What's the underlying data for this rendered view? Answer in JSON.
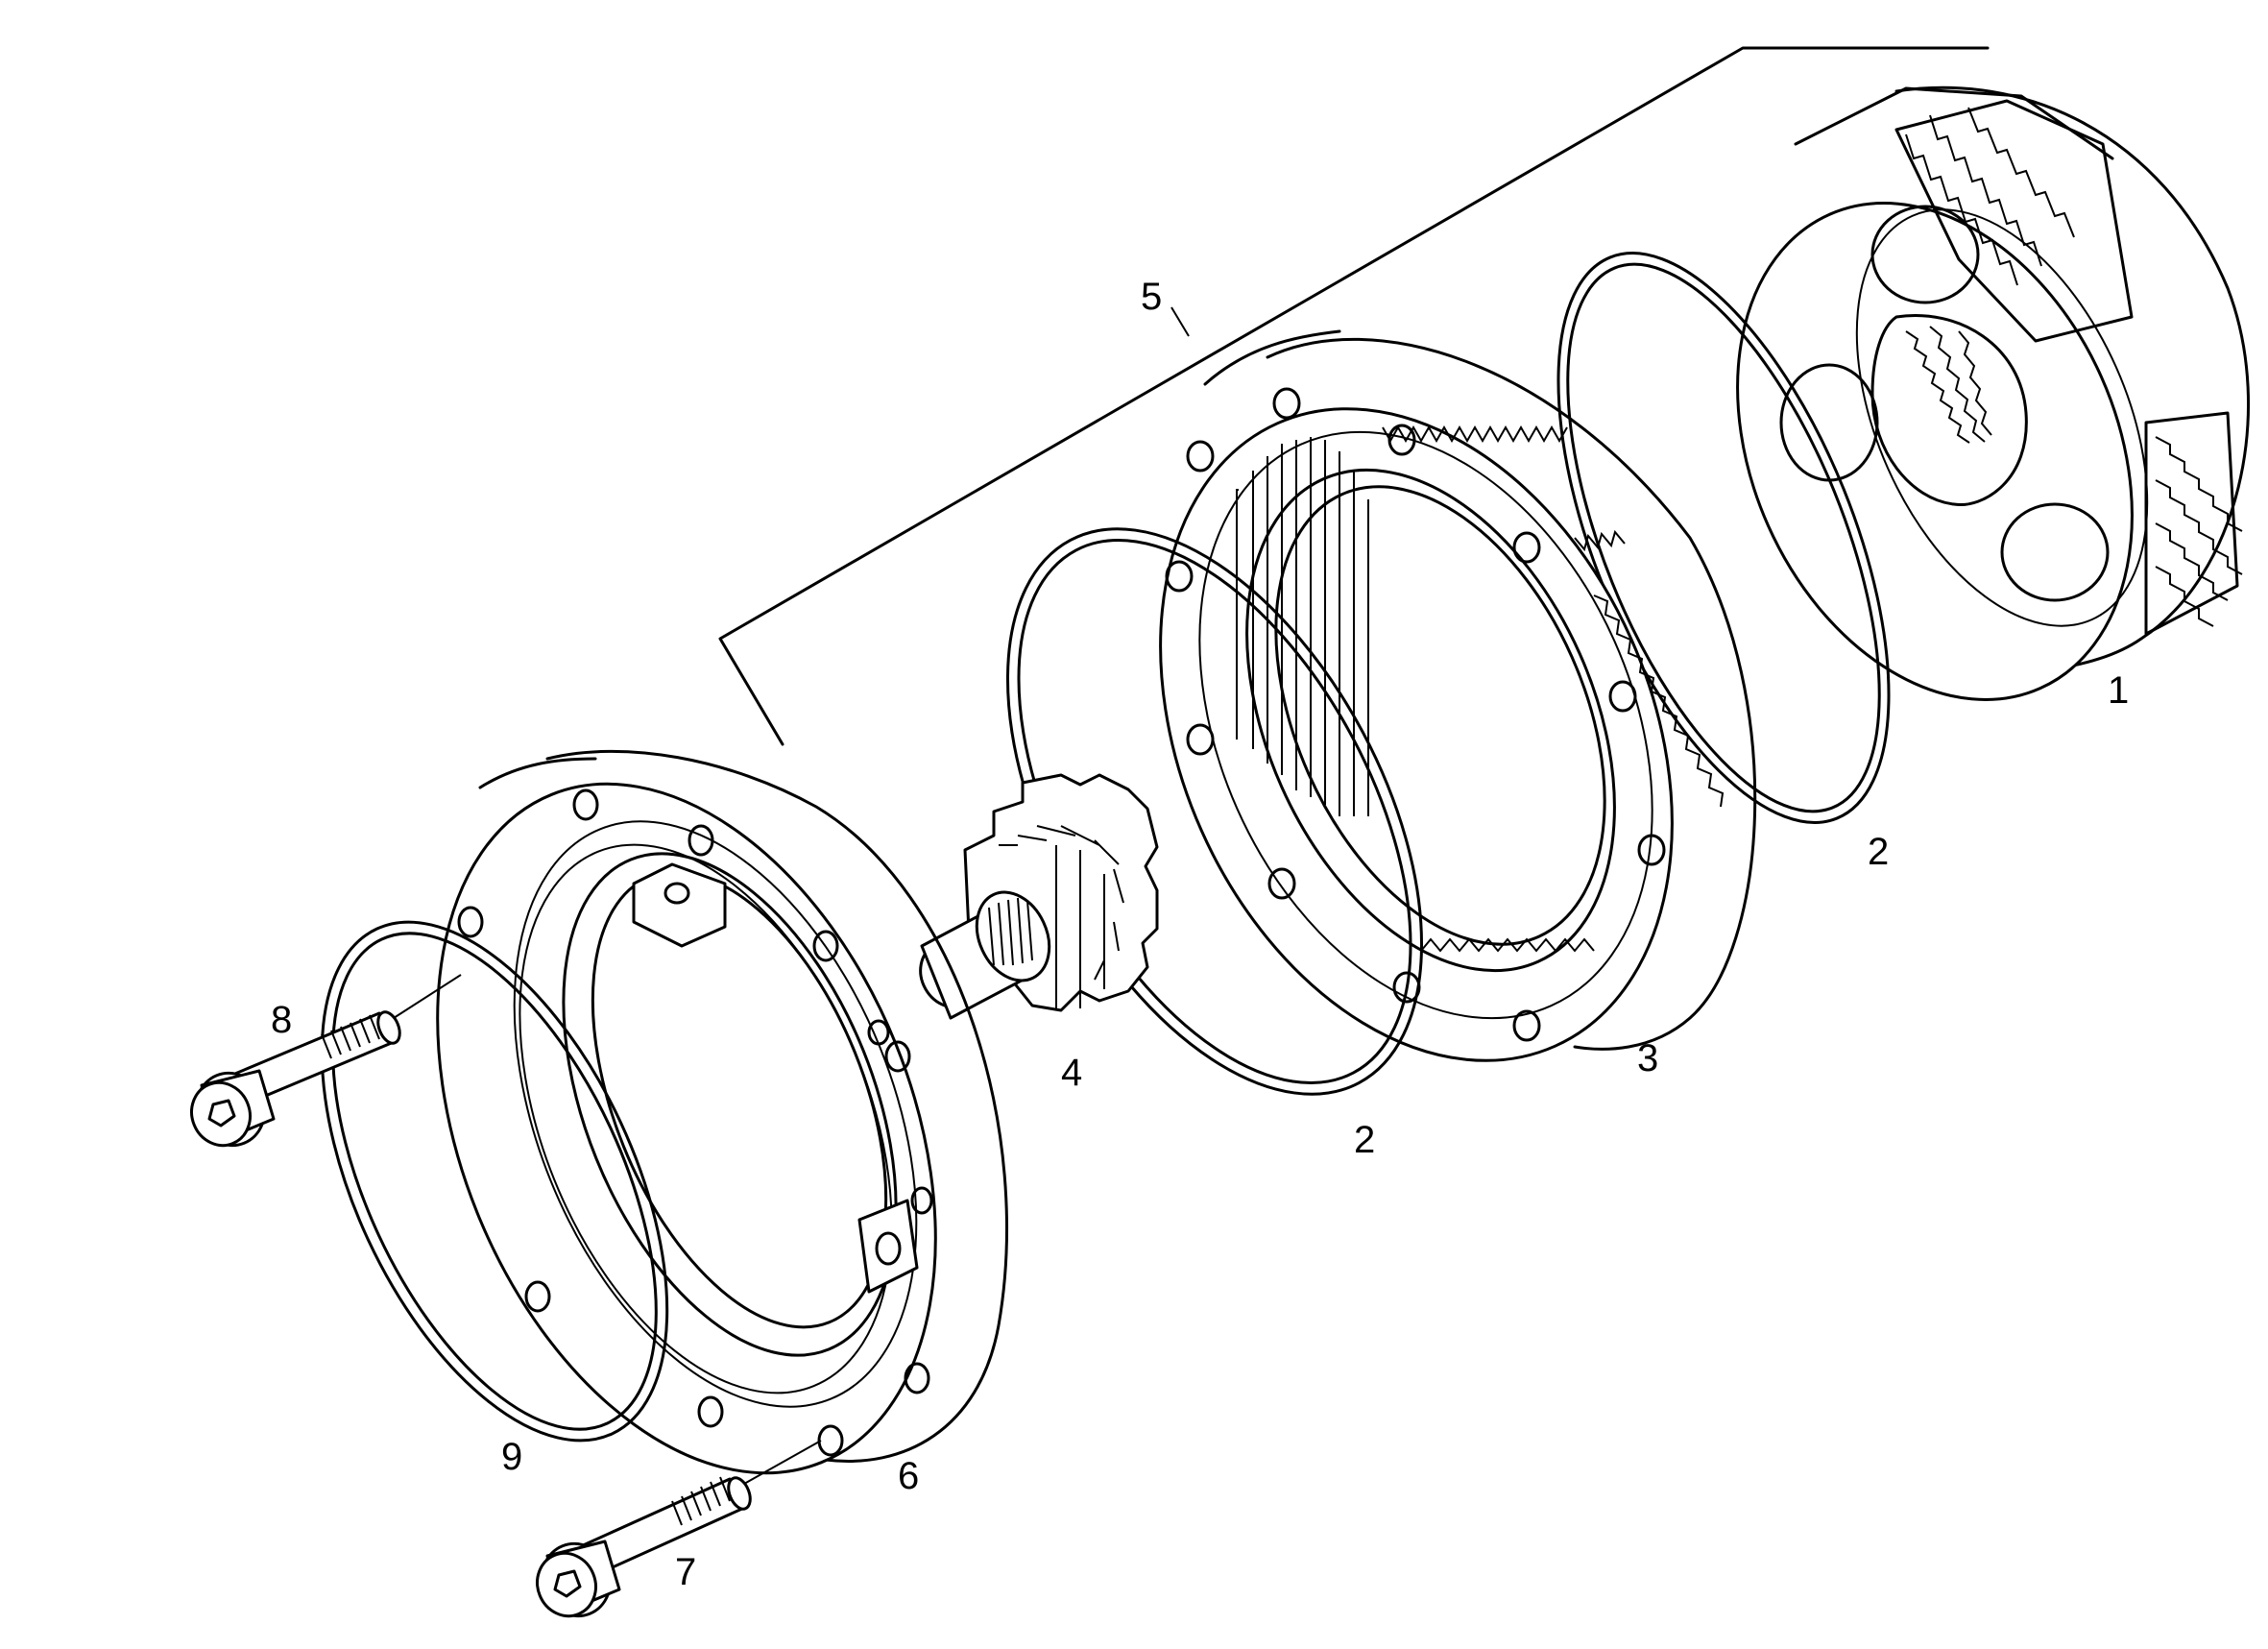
{
  "diagram": {
    "callouts": [
      {
        "id": "label-1",
        "text": "1"
      },
      {
        "id": "label-2a",
        "text": "2"
      },
      {
        "id": "label-2b",
        "text": "2"
      },
      {
        "id": "label-3",
        "text": "3"
      },
      {
        "id": "label-4",
        "text": "4"
      },
      {
        "id": "label-5",
        "text": "5"
      },
      {
        "id": "label-6",
        "text": "6"
      },
      {
        "id": "label-7",
        "text": "7"
      },
      {
        "id": "label-8",
        "text": "8"
      },
      {
        "id": "label-9",
        "text": "9"
      }
    ],
    "colors": {
      "line": "#000000",
      "background": "#ffffff"
    }
  }
}
